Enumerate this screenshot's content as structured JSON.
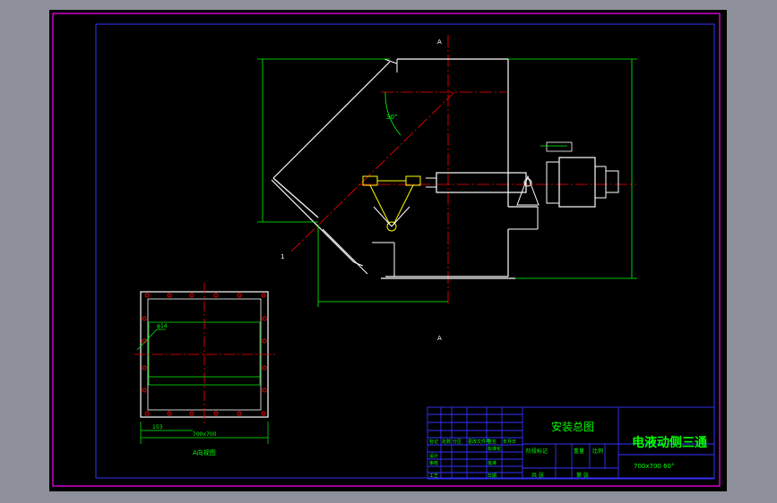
{
  "drawing": {
    "sheet_title": "安装总图",
    "product_name": "电液动侧三通",
    "spec": "700x700 60°",
    "section_mark": "A",
    "angle_label": "30°",
    "leader_label": "1",
    "bottom_view_label": "A向视图",
    "bottom_dim_label": "700x700",
    "hole_label": "φ14",
    "left_dim_label": "153"
  },
  "title_block": {
    "rev_row_labels": [
      "标记",
      "处数",
      "分区",
      "更改文件号",
      "签名",
      "年月日"
    ],
    "sign_labels": [
      "设计",
      "审核",
      "工艺"
    ],
    "standardization": "标准化",
    "approve": "批准",
    "date": "日期",
    "stage_mark": "阶段标记",
    "weight": "重量",
    "scale": "比例",
    "sheet_total": "共 张",
    "sheet_no": "第 张"
  },
  "colors": {
    "sheet_bg": "#000000",
    "frame": "#ff00ff",
    "border": "#3333ff",
    "outline": "#ffffff",
    "center": "#ff0000",
    "dimension": "#00ff00",
    "hidden": "#ffff00"
  }
}
